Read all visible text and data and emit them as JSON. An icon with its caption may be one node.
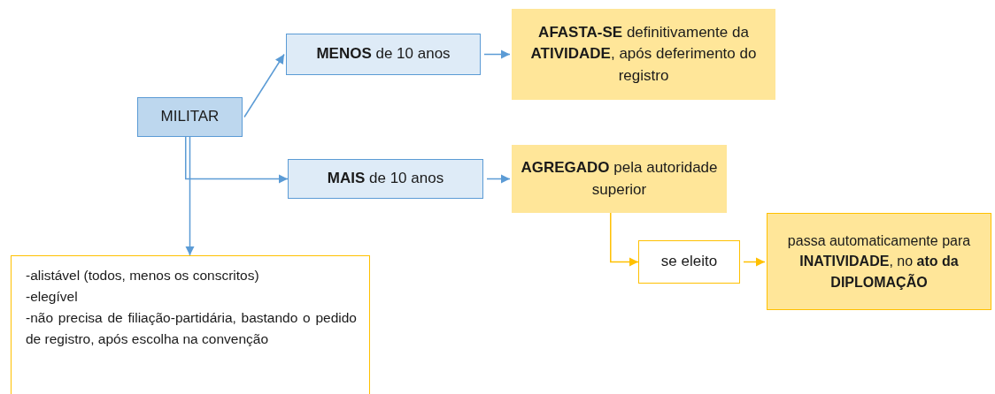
{
  "diagram": {
    "nodes": [
      {
        "text": [
          "MILITAR"
        ]
      },
      {
        "text": [
          "**MENOS** de 10 anos"
        ]
      },
      {
        "text": [
          "**MAIS** de 10 anos"
        ]
      },
      {
        "text": [
          "**AFASTA-SE** definitivamente da **ATIVIDADE**, após deferimento do registro"
        ]
      },
      {
        "text": [
          "**AGREGADO** pela autoridade superior"
        ]
      },
      {
        "text": [
          "se eleito"
        ]
      },
      {
        "text": [
          "passa automaticamente para **INATIVIDADE**, no **ato da DIPLOMAÇÃO**"
        ]
      },
      {
        "text": [
          "-alistável (todos, menos os conscritos)",
          "-elegível",
          "-não precisa de filiação-partidária, bastando o pedido de registro, após escolha na convenção"
        ]
      }
    ],
    "edges": [
      {
        "from": 0,
        "to": 1,
        "arrow": "to"
      },
      {
        "from": 0,
        "to": 2,
        "arrow": "to"
      },
      {
        "from": 1,
        "to": 3,
        "arrow": "to"
      },
      {
        "from": 2,
        "to": 4,
        "arrow": "to"
      },
      {
        "from": 0,
        "to": 7,
        "arrow": "to"
      },
      {
        "from": 4,
        "to": 5,
        "arrow": "to",
        "color": "#ffc000"
      },
      {
        "from": 5,
        "to": 6,
        "arrow": "to",
        "color": "#ffc000"
      }
    ]
  }
}
